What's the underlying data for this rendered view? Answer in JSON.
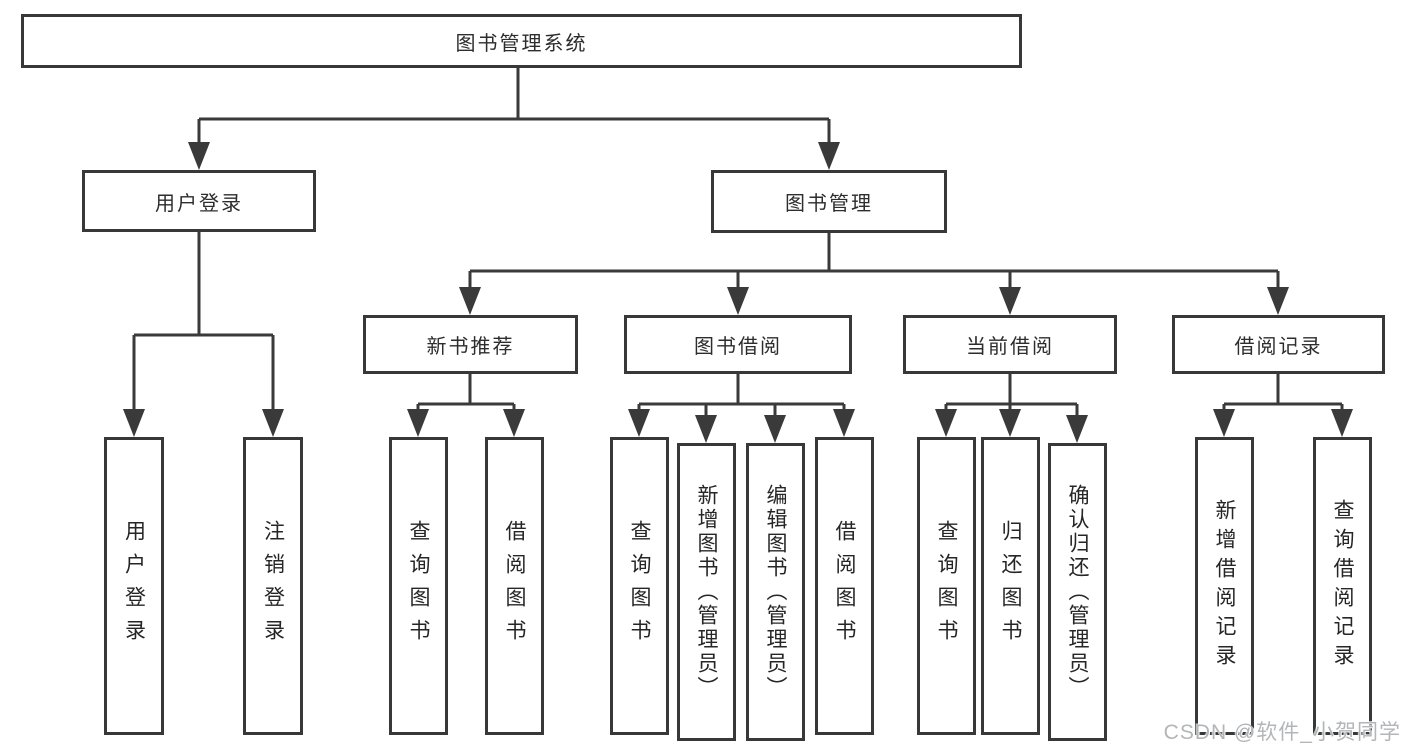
{
  "diagram": {
    "root": {
      "label": "图书管理系统"
    },
    "branches": [
      {
        "label": "用户登录",
        "children": [
          {
            "label": "用户登录"
          },
          {
            "label": "注销登录"
          }
        ]
      },
      {
        "label": "图书管理",
        "groups": [
          {
            "label": "新书推荐",
            "children": [
              {
                "label": "查询图书"
              },
              {
                "label": "借阅图书"
              }
            ]
          },
          {
            "label": "图书借阅",
            "children": [
              {
                "label": "查询图书"
              },
              {
                "label": "新增图书（管理员）"
              },
              {
                "label": "编辑图书（管理员）"
              },
              {
                "label": "借阅图书"
              }
            ]
          },
          {
            "label": "当前借阅",
            "children": [
              {
                "label": "查询图书"
              },
              {
                "label": "归还图书"
              },
              {
                "label": "确认归还（管理员）"
              }
            ]
          },
          {
            "label": "借阅记录",
            "children": [
              {
                "label": "新增借阅记录"
              },
              {
                "label": "查询借阅记录"
              }
            ]
          }
        ]
      }
    ]
  },
  "watermark": {
    "text": "CSDN @软件_小贺同学"
  },
  "colors": {
    "line": "#3a3a3a",
    "box_border": "#383838",
    "text": "#262626",
    "watermark": "#b3b6b9",
    "background": "#ffffff"
  }
}
